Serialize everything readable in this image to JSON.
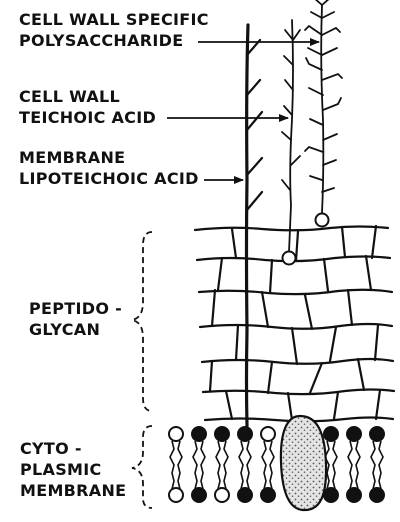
{
  "labels": {
    "cell_wall_polysaccharide": [
      "CELL WALL SPECIFIC",
      "POLYSACCHARIDE"
    ],
    "cell_wall_teichoic_acid": [
      "CELL WALL",
      "TEICHOIC ACID"
    ],
    "membrane_lipoteichoic_acid": [
      "MEMBRANE",
      "LIPOTEICHOIC ACID"
    ],
    "peptidoglycan": [
      "PEPTIDO -",
      "GLYCAN"
    ],
    "cytoplasmic_membrane": [
      "CYTO -",
      "PLASMIC",
      "MEMBRANE"
    ]
  },
  "colors": {
    "ink": "#111111",
    "background": "#ffffff",
    "protein_fill": "#cfcfcf"
  },
  "phospholipid_heads": {
    "top": [
      "open",
      "filled",
      "filled",
      "filled",
      "open",
      "filled",
      "filled",
      "filled",
      "open",
      "filled",
      "filled"
    ],
    "bottom": [
      "open",
      "filled",
      "open",
      "filled",
      "filled",
      "filled",
      "filled",
      "filled",
      "open",
      "filled",
      "filled"
    ]
  }
}
